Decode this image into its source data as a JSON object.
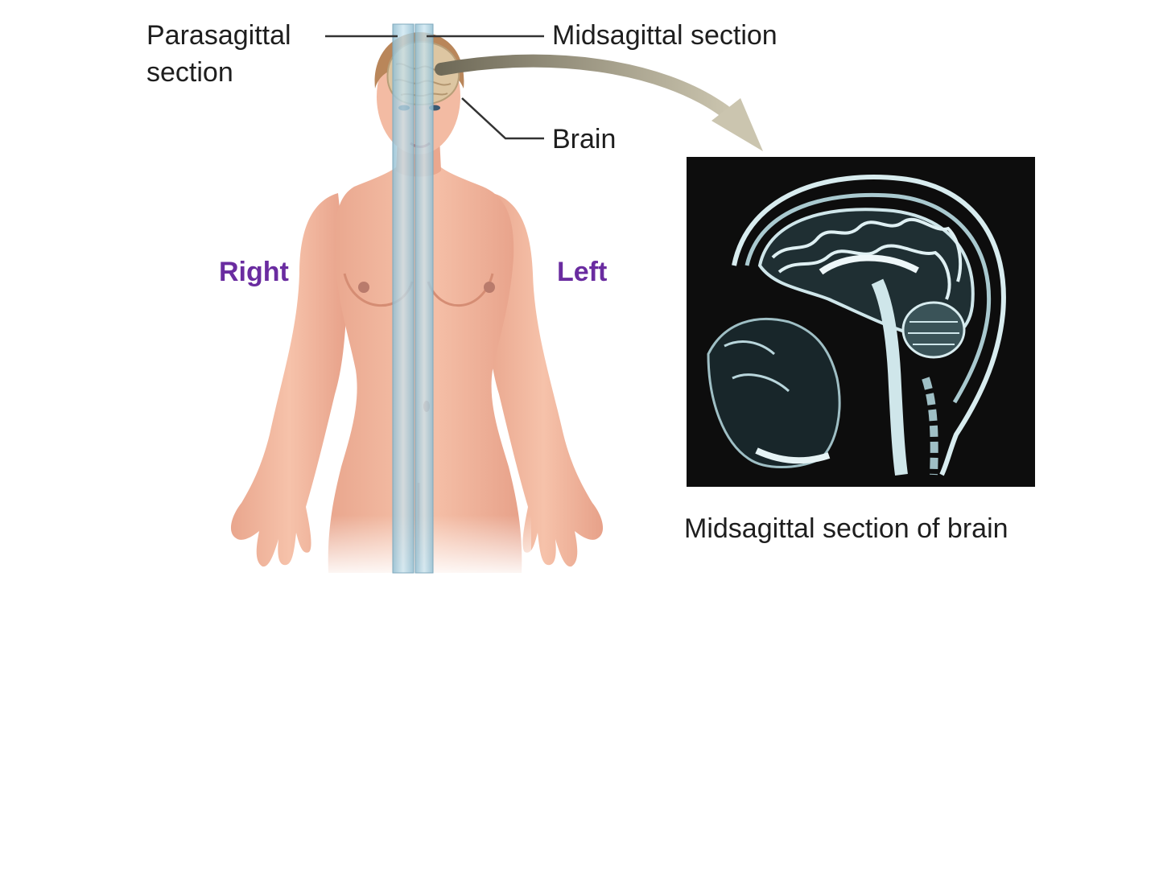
{
  "labels": {
    "parasagittal": [
      "Parasagittal",
      "section"
    ],
    "midsagittal": "Midsagittal section",
    "brain": "Brain",
    "right": "Right",
    "left": "Left",
    "caption": "Midsagittal section of brain"
  },
  "colors": {
    "text": "#1e1e1e",
    "side_label": "#6a2ca0",
    "skin": "#f1b59d",
    "skin_shadow": "#d98f77",
    "plane": "#a9d0e0",
    "hair": "#b9865a",
    "brain": "#ddc6a2",
    "arrow": "#9c957f",
    "mri_bg": "#0d0d0d",
    "mri_tissue": "#cfe6ea"
  }
}
